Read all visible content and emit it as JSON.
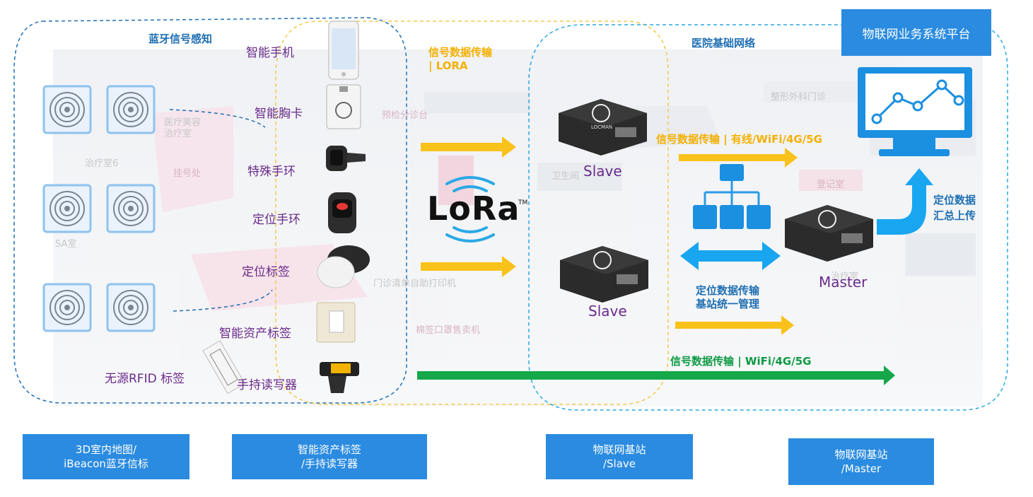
{
  "sections": {
    "bluetooth": "蓝牙信号感知",
    "hospital_network": "医院基础网络",
    "platform": "物联网业务系统平台"
  },
  "devices": [
    {
      "label": "智能手机",
      "icon": "smartphone-icon"
    },
    {
      "label": "智能胸卡",
      "icon": "badge-card-icon"
    },
    {
      "label": "特殊手环",
      "icon": "special-wristband-icon"
    },
    {
      "label": "定位手环",
      "icon": "location-wristband-icon"
    },
    {
      "label": "定位标签",
      "icon": "location-tag-icon"
    },
    {
      "label": "智能资产标签",
      "icon": "asset-tag-icon"
    },
    {
      "label": "手持读写器",
      "icon": "handheld-reader-icon"
    }
  ],
  "rfid_label": "无源RFID 标签",
  "flows": {
    "lora_title": "信号数据传输",
    "lora_sub": "| LORA",
    "wired": "信号数据传输 | 有线/WiFi/4G/5G",
    "manage_line1": "定位数据传输",
    "manage_line2": "基站统一管理",
    "upload_line1": "定位数据",
    "upload_line2": "汇总上传",
    "wifi": "信号数据传输 | WiFi/4G/5G"
  },
  "lora_logo": "LoRa",
  "lora_tm": "TM",
  "stations": {
    "slave1": "Slave",
    "slave2": "Slave",
    "master": "Master",
    "device_brand": "LOCMAN"
  },
  "map_labels": [
    "治疗室6",
    "挂号处",
    "SA室",
    "医疗美容",
    "治疗室",
    "预检分诊台",
    "门诊清单自助打印机",
    "棉签口罩售卖机",
    "整形外科门诊",
    "登记室",
    "卫生间",
    "治疗室"
  ],
  "captions": [
    "3D室内地图/\niBeacon蓝牙信标",
    "智能资产标签\n/手持读写器",
    "物联网基站\n/Slave",
    "物联网基站\n/Master"
  ],
  "colors": {
    "accent_blue": "#2a8be0",
    "arrow_orange": "#f9c21b",
    "arrow_blue": "#19a6f0",
    "arrow_green": "#14a84a",
    "label_purple": "#6a2b8a"
  }
}
